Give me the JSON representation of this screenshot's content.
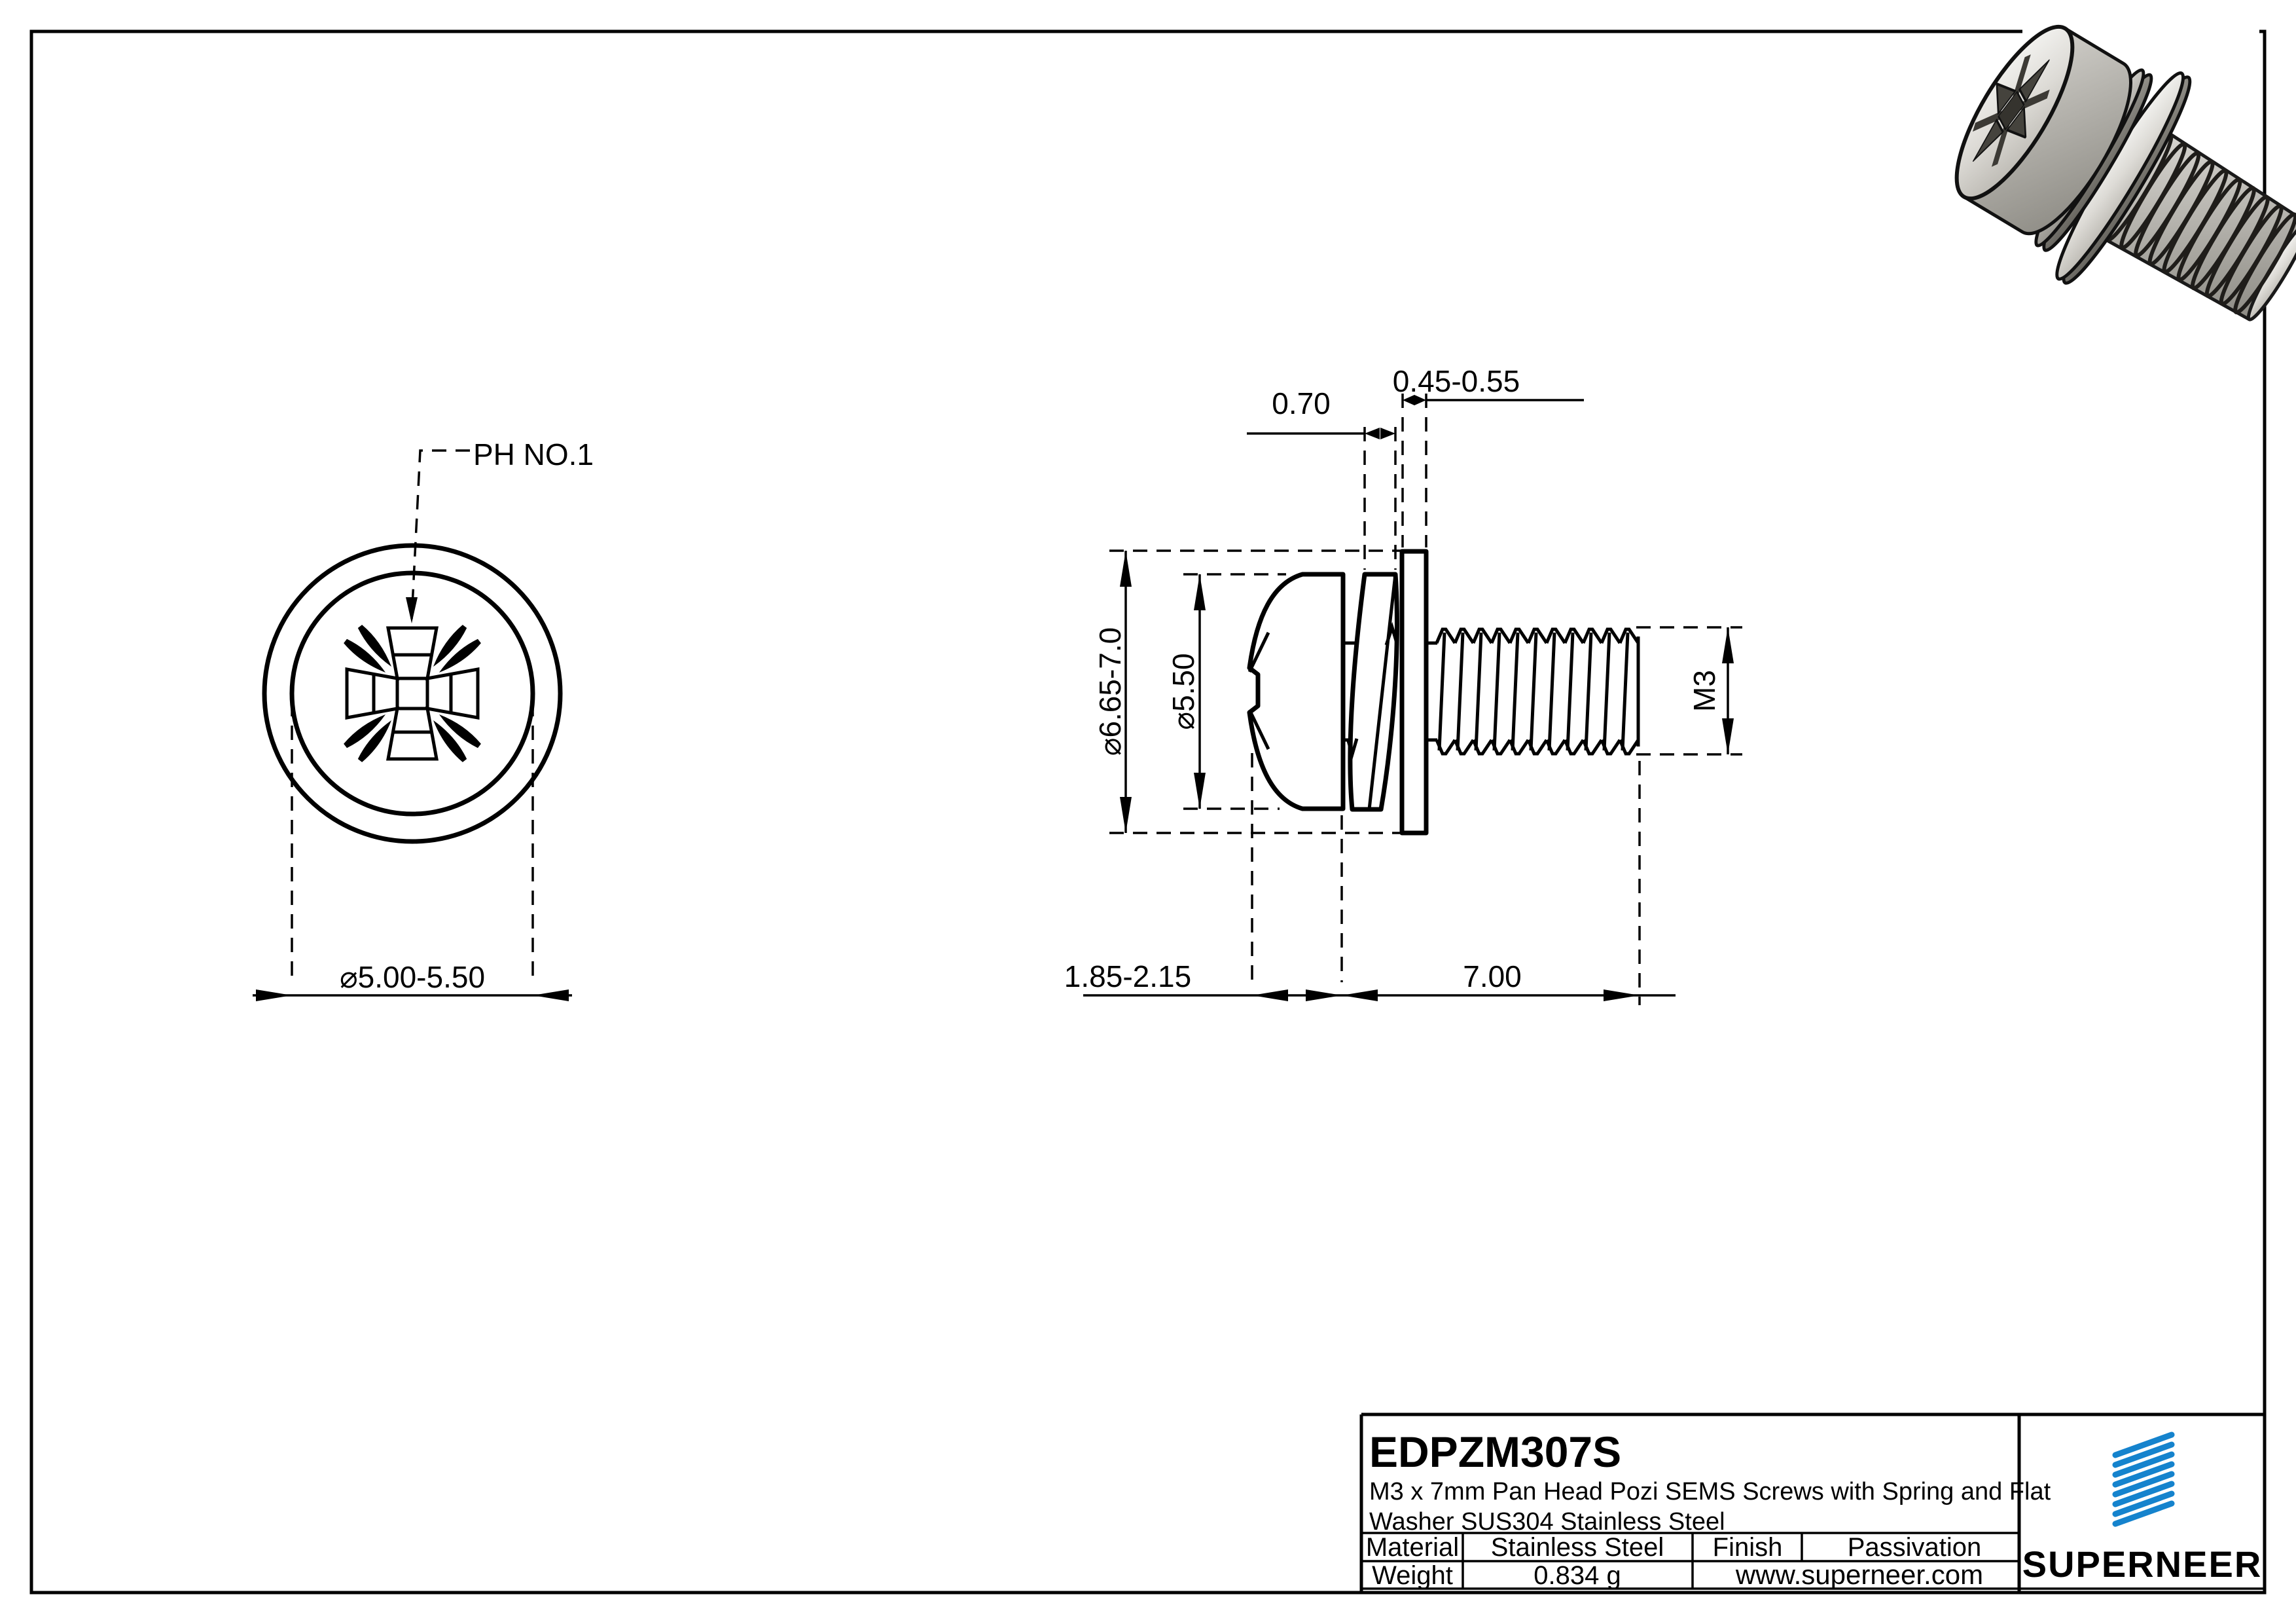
{
  "colors": {
    "line": "#000000",
    "logo_blue": "#1583cd",
    "link_blue": "#1b82c8"
  },
  "views": {
    "front": {
      "drive_label": "PH NO.1",
      "head_diameter": "⌀5.00-5.50"
    },
    "side": {
      "spring_washer_thickness": "0.70",
      "flat_washer_thickness": "0.45-0.55",
      "washer_od": "⌀6.65-7.0",
      "head_diameter": "⌀5.50",
      "thread_size": "M3",
      "head_height": "1.85-2.15",
      "thread_length": "7.00"
    }
  },
  "title_block": {
    "part_number": "EDPZM307S",
    "description_line1": "M3 x 7mm Pan Head Pozi SEMS Screws with Spring and Flat",
    "description_line2": "Washer SUS304 Stainless Steel",
    "table": {
      "material_label": "Material",
      "material_value": "Stainless Steel",
      "finish_label": "Finish",
      "finish_value": "Passivation",
      "weight_label": "Weight",
      "weight_value": "0.834 g",
      "website": "www.superneer.com"
    },
    "logo_text": "SUPERNEER"
  }
}
